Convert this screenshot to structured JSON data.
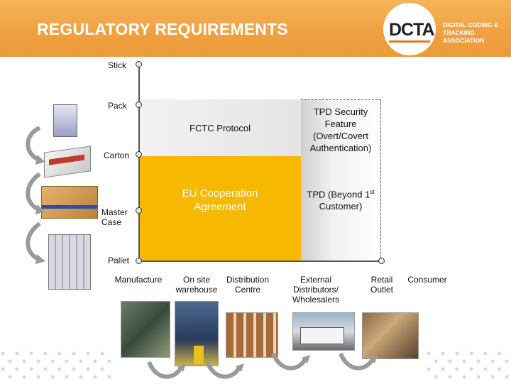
{
  "header": {
    "title": "REGULATORY REQUIREMENTS",
    "logo_text": "DCTA",
    "logo_subtitle": "DIGITAL CODING & TRACKING ASSOCIATION"
  },
  "levels": [
    "Stick",
    "Pack",
    "Carton",
    "Master Case",
    "Pallet"
  ],
  "stages": [
    "Manufacture",
    "On site warehouse",
    "Distribution Centre",
    "External Distributors/ Wholesalers",
    "Retail Outlet",
    "Consumer"
  ],
  "zones": {
    "fctc": "FCTC Protocol",
    "tpd_security": "TPD Security Feature (Overt/Covert Authentication)",
    "eu": "EU Cooperation Agreement",
    "tpd_beyond_prefix": "TPD (Beyond 1",
    "tpd_beyond_sup": "st",
    "tpd_beyond_suffix": " Customer)"
  },
  "colors": {
    "header": "#f0a040",
    "eu_zone": "#f7b800",
    "fctc_zone": "#e8e8e8",
    "axis": "#555555"
  }
}
